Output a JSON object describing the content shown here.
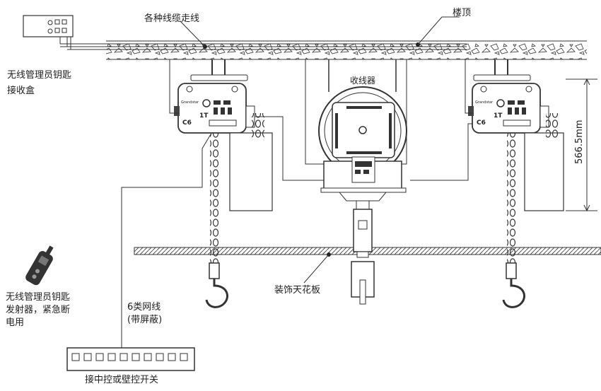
{
  "labels": {
    "cable_route": "各种线缆走线",
    "ceiling": "楼顶",
    "receiver_box_line1": "无线管理员钥匙",
    "receiver_box_line2": "接收盒",
    "cable_collector": "收线器",
    "dimension": "566.5mm",
    "decorative_ceiling": "装饰天花板",
    "transmitter_line1": "无线管理员钥匙",
    "transmitter_line2": "发射器，紧急断",
    "transmitter_line3": "电用",
    "network_cable_line1": "6类网线",
    "network_cable_line2": "(带屏蔽)",
    "wall_switch": "接中控或壁控开关"
  },
  "hoist": {
    "brand": "Grandstar",
    "capacity": "1T",
    "model": "C6"
  }
}
